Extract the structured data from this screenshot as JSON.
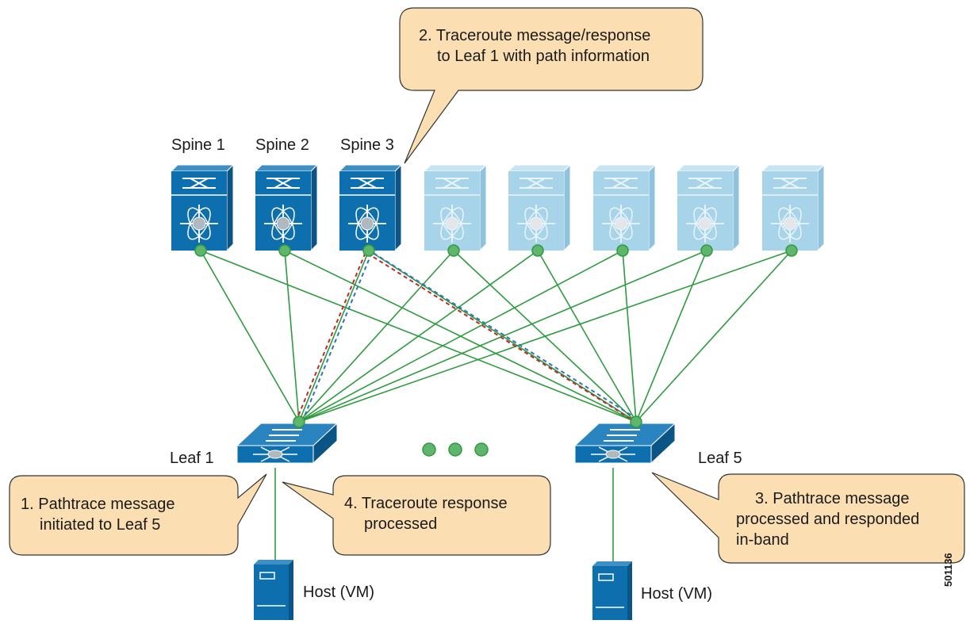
{
  "colors": {
    "spine_active": "#0d6fae",
    "spine_inactive": "#a8d4ea",
    "leaf": "#0d6fae",
    "link": "#2e9b3f",
    "node_dot": "#5fb56c",
    "trace_red": "#c0282d",
    "trace_blue": "#2d75b8",
    "callout_fill": "#fbdfb3",
    "callout_stroke": "#333333"
  },
  "spines": [
    {
      "label": "Spine 1",
      "active": true
    },
    {
      "label": "Spine 2",
      "active": true
    },
    {
      "label": "Spine 3",
      "active": true
    },
    {
      "label": "",
      "active": false
    },
    {
      "label": "",
      "active": false
    },
    {
      "label": "",
      "active": false
    },
    {
      "label": "",
      "active": false
    },
    {
      "label": "",
      "active": false
    }
  ],
  "leaves": [
    {
      "label": "Leaf 1"
    },
    {
      "label": "Leaf 5"
    }
  ],
  "hosts": [
    {
      "label": "Host (VM)"
    },
    {
      "label": "Host (VM)"
    }
  ],
  "callouts": {
    "step1": {
      "line1": "1. Pathtrace message",
      "line2": "initiated to Leaf 5"
    },
    "step2": {
      "line1": "2. Traceroute message/response",
      "line2": "to Leaf 1 with path information"
    },
    "step3": {
      "line1": "3. Pathtrace message",
      "line2": "processed and responded",
      "line3": "in-band"
    },
    "step4": {
      "line1": "4. Traceroute response",
      "line2": "processed"
    }
  },
  "ellipsis_icon": "three-dots-icon",
  "figure_id": "501136"
}
